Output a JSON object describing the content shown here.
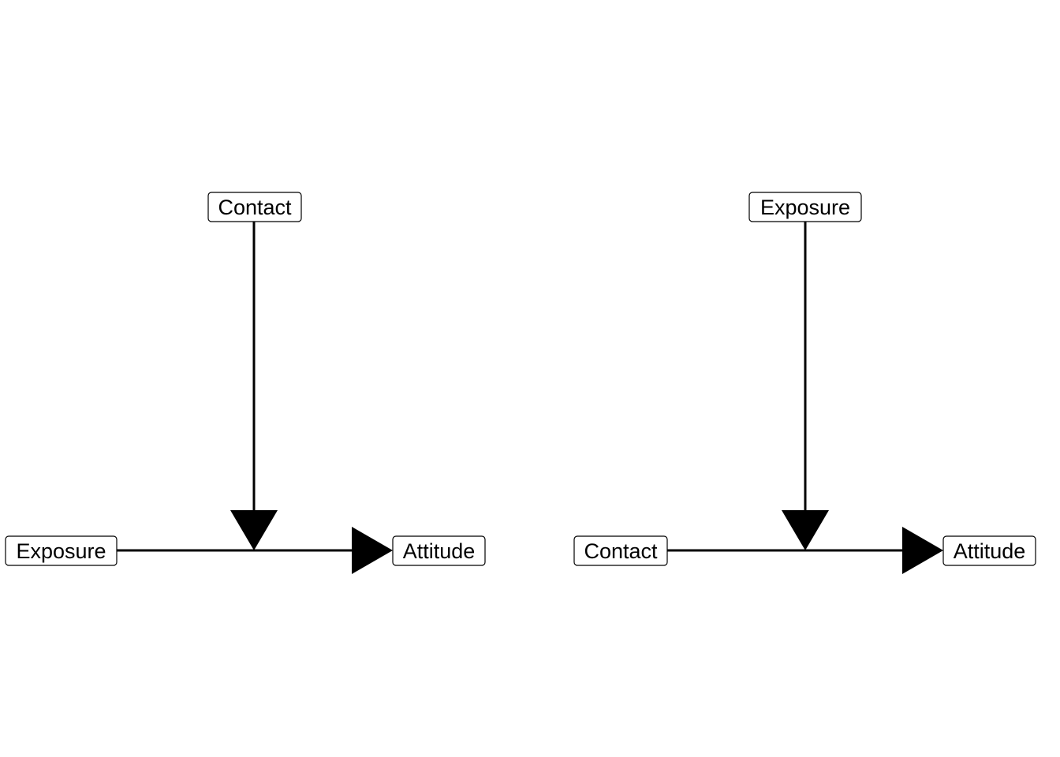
{
  "colors": {
    "background": "#ffffff",
    "stroke": "#000000",
    "node_fill": "#ffffff"
  },
  "left_panel": {
    "moderator": "Contact",
    "predictor": "Exposure",
    "outcome": "Attitude"
  },
  "right_panel": {
    "moderator": "Exposure",
    "predictor": "Contact",
    "outcome": "Attitude"
  }
}
